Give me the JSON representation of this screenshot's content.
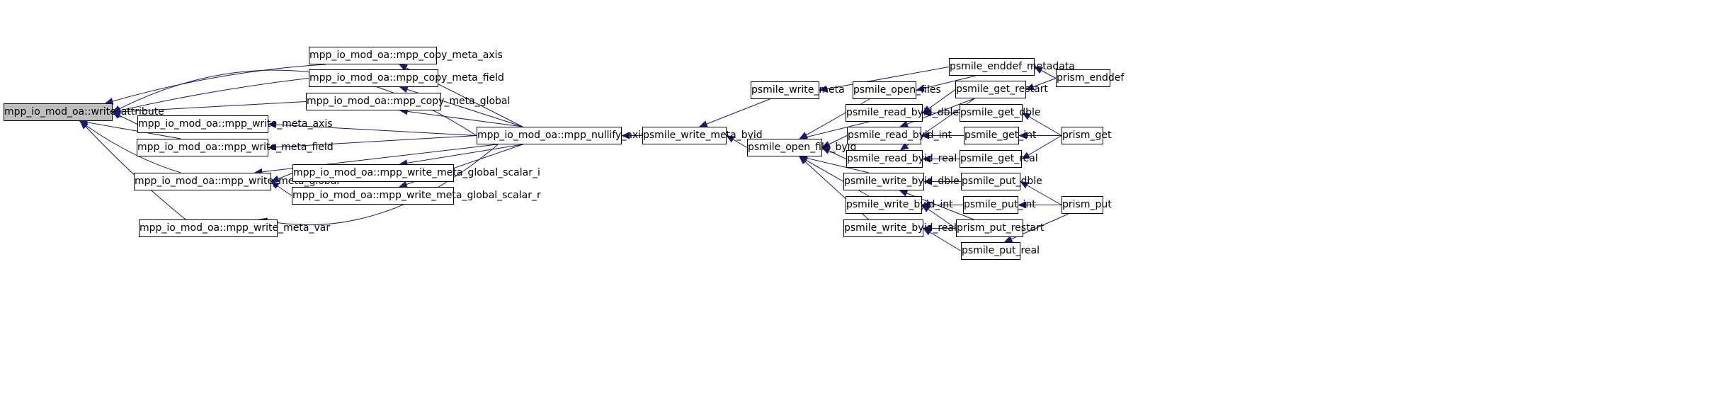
{
  "graph": {
    "edge_color": "#191970",
    "root_fill": "#bfbfbf",
    "node_fill": "#ffffff",
    "nodes": {
      "write_attribute": "mpp_io_mod_oa::write_attribute",
      "copy_meta_axis": "mpp_io_mod_oa::mpp_copy_meta_axis",
      "copy_meta_field": "mpp_io_mod_oa::mpp_copy_meta_field",
      "copy_meta_global": "mpp_io_mod_oa::mpp_copy_meta_global",
      "write_meta_axis": "mpp_io_mod_oa::mpp_write_meta_axis",
      "write_meta_field": "mpp_io_mod_oa::mpp_write_meta_field",
      "write_meta_global": "mpp_io_mod_oa::mpp_write_meta_global",
      "write_meta_global_scalar_i": "mpp_io_mod_oa::mpp_write_meta_global_scalar_i",
      "write_meta_global_scalar_r": "mpp_io_mod_oa::mpp_write_meta_global_scalar_r",
      "write_meta_var": "mpp_io_mod_oa::mpp_write_meta_var",
      "nullify_axistype_array": "mpp_io_mod_oa::mpp_nullify_axistype_array",
      "psmile_write_meta_byid": "psmile_write_meta_byid",
      "psmile_write_meta": "psmile_write_meta",
      "psmile_open_file_byid": "psmile_open_file_byid",
      "psmile_open_files": "psmile_open_files",
      "psmile_read_byid_dble": "psmile_read_byid_dble",
      "psmile_read_byid_int": "psmile_read_byid_int",
      "psmile_read_byid_real": "psmile_read_byid_real",
      "psmile_write_byid_dble": "psmile_write_byid_dble",
      "psmile_write_byid_int": "psmile_write_byid_int",
      "psmile_write_byid_real": "psmile_write_byid_real",
      "psmile_enddef_metadata": "psmile_enddef_metadata",
      "psmile_get_restart": "psmile_get_restart",
      "psmile_get_dble": "psmile_get_dble",
      "psmile_get_int": "psmile_get_int",
      "psmile_get_real": "psmile_get_real",
      "psmile_put_dble": "psmile_put_dble",
      "psmile_put_int": "psmile_put_int",
      "prism_put_restart": "prism_put_restart",
      "psmile_put_real": "psmile_put_real",
      "prism_enddef": "prism_enddef",
      "prism_get": "prism_get",
      "prism_put": "prism_put"
    },
    "edges": [
      [
        "copy_meta_axis",
        "write_attribute"
      ],
      [
        "copy_meta_field",
        "write_attribute"
      ],
      [
        "copy_meta_global",
        "write_attribute"
      ],
      [
        "write_meta_axis",
        "write_attribute"
      ],
      [
        "write_meta_field",
        "write_attribute"
      ],
      [
        "write_meta_global",
        "write_attribute"
      ],
      [
        "write_meta_var",
        "write_attribute"
      ],
      [
        "nullify_axistype_array",
        "write_attribute"
      ],
      [
        "nullify_axistype_array",
        "copy_meta_axis"
      ],
      [
        "nullify_axistype_array",
        "copy_meta_field"
      ],
      [
        "nullify_axistype_array",
        "copy_meta_global"
      ],
      [
        "nullify_axistype_array",
        "write_meta_axis"
      ],
      [
        "nullify_axistype_array",
        "write_meta_field"
      ],
      [
        "nullify_axistype_array",
        "write_meta_global"
      ],
      [
        "nullify_axistype_array",
        "write_meta_global_scalar_i"
      ],
      [
        "nullify_axistype_array",
        "write_meta_global_scalar_r"
      ],
      [
        "nullify_axistype_array",
        "write_meta_var"
      ],
      [
        "write_meta_global_scalar_i",
        "write_meta_global"
      ],
      [
        "write_meta_global_scalar_r",
        "write_meta_global"
      ],
      [
        "psmile_write_meta_byid",
        "nullify_axistype_array"
      ],
      [
        "psmile_write_meta",
        "psmile_write_meta_byid"
      ],
      [
        "psmile_open_file_byid",
        "psmile_write_meta_byid"
      ],
      [
        "psmile_enddef_metadata",
        "psmile_write_meta"
      ],
      [
        "prism_enddef",
        "psmile_enddef_metadata"
      ],
      [
        "psmile_open_files",
        "psmile_open_file_byid"
      ],
      [
        "psmile_read_byid_dble",
        "psmile_open_file_byid"
      ],
      [
        "psmile_read_byid_int",
        "psmile_open_file_byid"
      ],
      [
        "psmile_read_byid_real",
        "psmile_open_file_byid"
      ],
      [
        "psmile_write_byid_dble",
        "psmile_open_file_byid"
      ],
      [
        "psmile_write_byid_int",
        "psmile_open_file_byid"
      ],
      [
        "psmile_write_byid_real",
        "psmile_open_file_byid"
      ],
      [
        "psmile_enddef_metadata",
        "psmile_open_files"
      ],
      [
        "psmile_get_restart",
        "psmile_read_byid_dble"
      ],
      [
        "psmile_get_dble",
        "psmile_read_byid_dble"
      ],
      [
        "psmile_get_restart",
        "psmile_read_byid_int"
      ],
      [
        "psmile_get_int",
        "psmile_read_byid_int"
      ],
      [
        "psmile_get_restart",
        "psmile_read_byid_real"
      ],
      [
        "psmile_get_real",
        "psmile_read_byid_real"
      ],
      [
        "psmile_put_dble",
        "psmile_write_byid_dble"
      ],
      [
        "prism_put_restart",
        "psmile_write_byid_dble"
      ],
      [
        "psmile_put_int",
        "psmile_write_byid_int"
      ],
      [
        "prism_put_restart",
        "psmile_write_byid_int"
      ],
      [
        "prism_put_restart",
        "psmile_write_byid_real"
      ],
      [
        "psmile_put_real",
        "psmile_write_byid_real"
      ],
      [
        "prism_enddef",
        "psmile_get_restart"
      ],
      [
        "prism_get",
        "psmile_get_dble"
      ],
      [
        "prism_get",
        "psmile_get_int"
      ],
      [
        "prism_get",
        "psmile_get_real"
      ],
      [
        "prism_put",
        "psmile_put_dble"
      ],
      [
        "prism_put",
        "psmile_put_int"
      ],
      [
        "prism_put",
        "psmile_put_real"
      ]
    ]
  }
}
